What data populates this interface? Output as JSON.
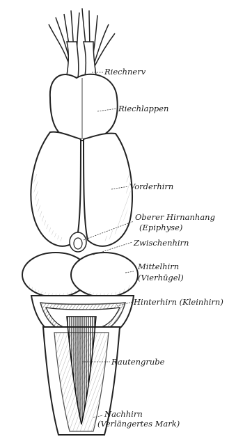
{
  "labels": {
    "riechnerv": "Riechnerv",
    "riechlappen": "Riechlappen",
    "vorderhirn": "Vorderhirn",
    "oberer_hirnanhang_1": "Oberer Hirnanhang",
    "oberer_hirnanhang_2": "(Epiphyse)",
    "zwischenhirn": "Zwischenhirn",
    "mittelhirn_1": "Mittelhirn",
    "mittelhirn_2": "(Vierhügel)",
    "hinterhirn": "Hinterhirn (Kleinhirn)",
    "rautengrube": "Rautengrube",
    "nachhirn_1": "Nachhirn",
    "nachhirn_2": "(Verlängertes Mark)"
  },
  "colors": {
    "ink": "#1a1a1a",
    "paper": "#ffffff"
  }
}
